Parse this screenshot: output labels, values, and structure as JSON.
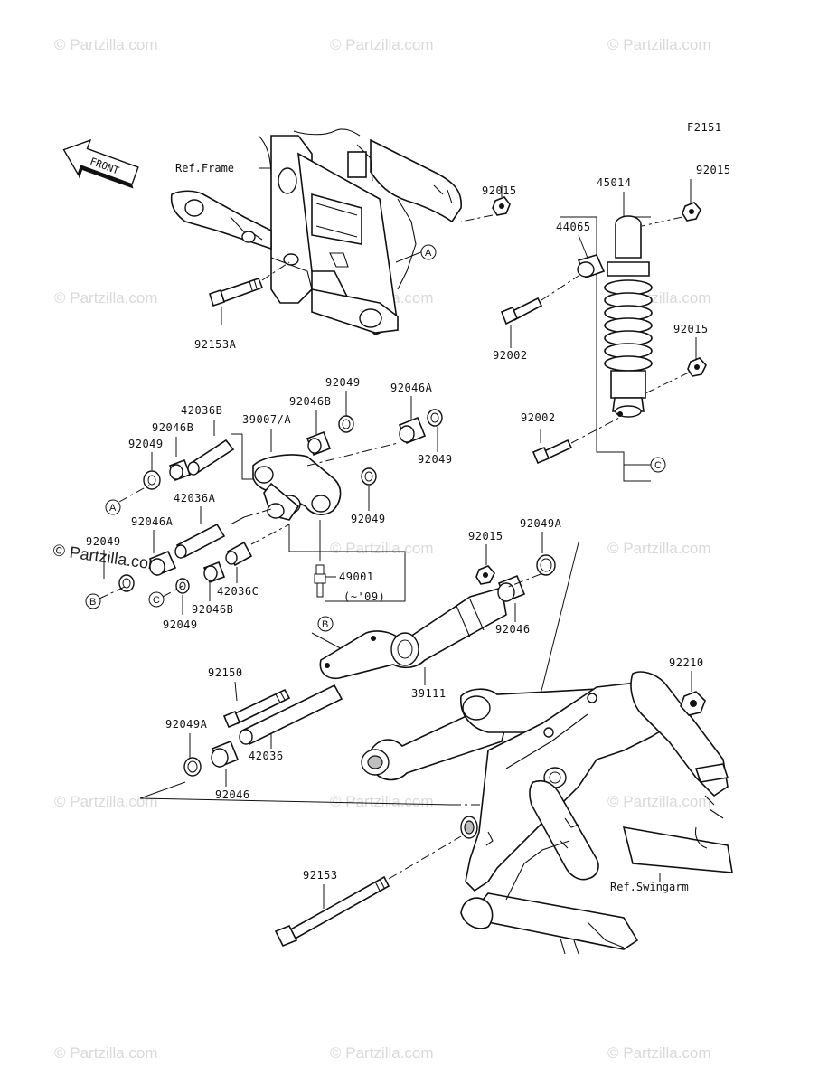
{
  "watermarks": [
    "© Partzilla.com",
    "© Partzilla.com",
    "© Partzilla.com",
    "© Partzilla.com",
    "© Partzilla.com",
    "© Partzilla.com",
    "© Partzilla.com",
    "© Partzilla.com",
    "© Partzilla.com",
    "© Partzilla.com",
    "© Partzilla.com",
    "© Partzilla.com",
    "© Partzilla.com",
    "© Partzilla.com",
    "© Partzilla.com"
  ],
  "watermark_dark": "© Partzilla.com",
  "figure_code": "F2151",
  "front_label": "FRONT",
  "refs": {
    "frame": "Ref.Frame",
    "swingarm": "Ref.Swingarm"
  },
  "note_year": "(~'09)",
  "callout_letters": [
    "A",
    "B",
    "C"
  ],
  "parts": {
    "p92015_a": "92015",
    "p45014": "45014",
    "p92015_b": "92015",
    "p44065": "44065",
    "p92015_c": "92015",
    "p92153a": "92153A",
    "p92002_a": "92002",
    "p92002_b": "92002",
    "p92049_a": "92049",
    "p92046a_a": "92046A",
    "p92046b_a": "92046B",
    "p42036b": "42036B",
    "p39007a": "39007/A",
    "p92046b_b": "92046B",
    "p92049_b": "92049",
    "p92049_c": "92049",
    "p42036a": "42036A",
    "p92049_d": "92049",
    "p92046a_b": "92046A",
    "p92049_e": "92049",
    "p49001": "49001",
    "p42036c": "42036C",
    "p92046b_c": "92046B",
    "p92049_f": "92049",
    "p92015_d": "92015",
    "p92049a_a": "92049A",
    "p92046_a": "92046",
    "p39111": "39111",
    "p92150": "92150",
    "p92210": "92210",
    "p92049a_b": "92049A",
    "p42036": "42036",
    "p92046_b": "92046",
    "p92153": "92153"
  }
}
